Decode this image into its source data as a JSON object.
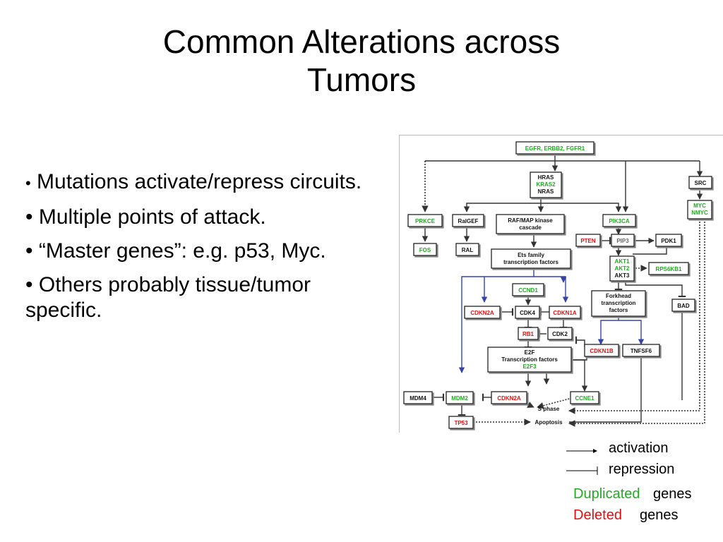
{
  "title_line1": "Common Alterations across",
  "title_line2": "Tumors",
  "bullets": [
    "Mutations activate/repress circuits.",
    "Multiple points of attack.",
    "“Master genes”: e.g. p53, Myc.",
    "Others probably tissue/tumor specific."
  ],
  "bullet_symbol": "•",
  "diagram": {
    "egfr": "EGFR, ERBB2, FGFR1",
    "hras": "HRAS",
    "kras2": "KRAS2",
    "nras": "NRAS",
    "src": "SRC",
    "myc": "MYC",
    "nmyc": "NMYC",
    "prkce": "PRKCE",
    "ralgef": "RalGEF",
    "raf1": "RAF/MAP kinase",
    "raf2": "cascade",
    "pik3ca": "PIK3CA",
    "fos": "FOS",
    "ral": "RAL",
    "pten": "PTEN",
    "pip3": "PIP3",
    "pdk1": "PDK1",
    "ets1": "Ets family",
    "ets2": "transcription factors",
    "akt1": "AKT1",
    "akt2": "AKT2",
    "akt3": "AKT3",
    "rps6kb1": "RPS6KB1",
    "ccnd1": "CCND1",
    "fork1": "Forkhead",
    "fork2": "transcription",
    "fork3": "factors",
    "bad": "BAD",
    "cdkn2a_top": "CDKN2A",
    "cdk4": "CDK4",
    "cdkn1a": "CDKN1A",
    "rb1": "RB1",
    "cdk2": "CDK2",
    "cdkn1b": "CDKN1B",
    "tnfsf6": "TNFSF6",
    "e2f1": "E2F",
    "e2f2": "Transcription factors",
    "e2f3": "E2F3",
    "mdm4": "MDM4",
    "mdm2": "MDM2",
    "cdkn2a_bottom": "CDKN2A",
    "ccne1": "CCNE1",
    "sphase": "S phase",
    "tp53": "TP53",
    "apoptosis": "Apoptosis"
  },
  "legend": {
    "activation": "activation",
    "repression": "repression",
    "duplicated": "Duplicated",
    "deleted": "Deleted",
    "genes": "genes",
    "colors": {
      "duplicated": "#22aa22",
      "deleted": "#dd1111"
    }
  }
}
